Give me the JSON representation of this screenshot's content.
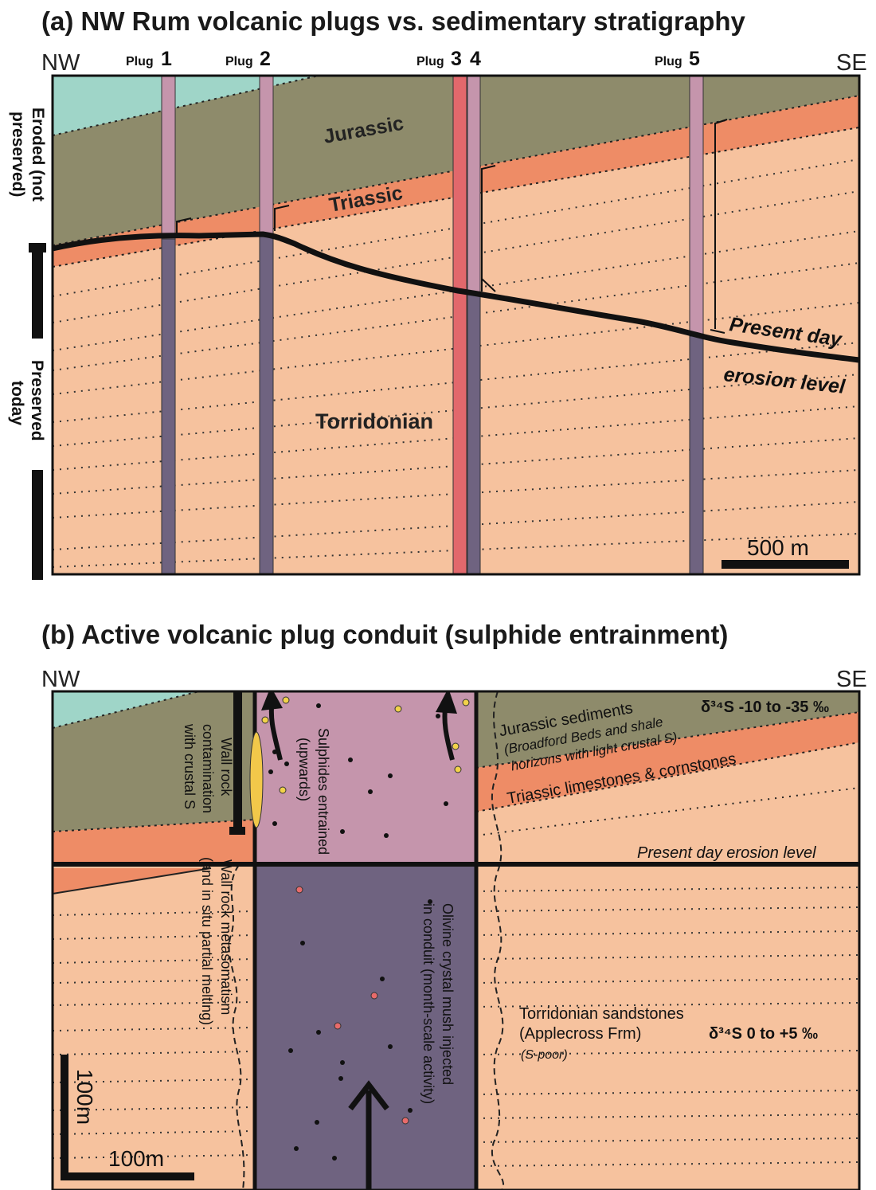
{
  "panel_a": {
    "title": "(a) NW Rum volcanic plugs vs. sedimentary stratigraphy",
    "nw": "NW",
    "se": "SE",
    "plug_word": "Plug",
    "plugs": [
      "1",
      "2",
      "3",
      "4",
      "5"
    ],
    "jurassic": "Jurassic",
    "triassic": "Triassic",
    "torridonian": "Torridonian",
    "present_day": "Present day",
    "erosion_level": "erosion level",
    "eroded_line1": "Eroded (not",
    "eroded_line2": "preserved)",
    "preserved_line1": "Preserved",
    "preserved_line2": "today",
    "scale": "500 m"
  },
  "panel_b": {
    "title": "(b) Active volcanic plug conduit (sulphide entrainment)",
    "nw": "NW",
    "se": "SE",
    "jurassic_title": "Jurassic sediments",
    "jurassic_sub1": "(Broadford Beds and shale",
    "jurassic_sub2": "horizons with light crustal S)",
    "jurassic_delta": "δ³⁴S -10 to -35 ‰",
    "triassic": "Triassic limestones & cornstones",
    "present_day": "Present day erosion level",
    "torridonian_1": "Torridonian sandstones",
    "torridonian_2": "(Applecross Frm)",
    "torridonian_3": "(S-poor)",
    "torridonian_delta": "δ³⁴S 0 to +5 ‰",
    "sulphides_1": "Sulphides entrained",
    "sulphides_2": "(upwards)",
    "olivine_1": "Olivine crystal mush injected",
    "olivine_2": "in conduit (month-scale activity)",
    "wallrock_contam_1": "Wall rock",
    "wallrock_contam_2": "contamination",
    "wallrock_contam_3": "with crustal S",
    "metasom_1": "Wall rock metasomatism",
    "metasom_2": "(and in situ partial melting)",
    "scale_v": "100m",
    "scale_h": "100m"
  },
  "colors": {
    "sea": "#9fd5c8",
    "jurassic": "#8e8b6b",
    "triassic": "#ee8c66",
    "torridonian": "#f6c29e",
    "plug_upper": "#c595ac",
    "plug_lower": "#6f6380",
    "plug3_red": "#e2686c"
  }
}
